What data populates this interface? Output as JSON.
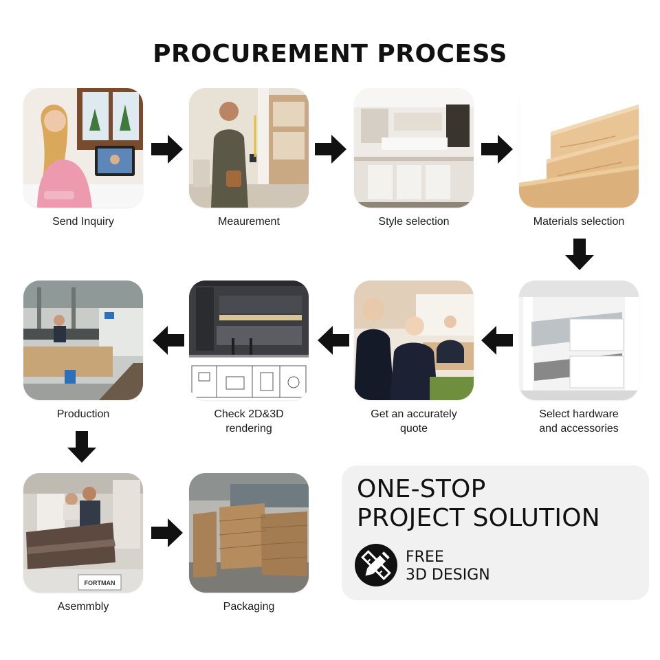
{
  "title": "PROCUREMENT PROCESS",
  "steps": [
    {
      "caption": "Send Inquiry"
    },
    {
      "caption": "Meaurement"
    },
    {
      "caption": "Style selection"
    },
    {
      "caption": "Materials selection"
    },
    {
      "caption": "Select hardware\nand accessories"
    },
    {
      "caption": "Get an accurately\nquote"
    },
    {
      "caption": "Check 2D&3D\nrendering"
    },
    {
      "caption": "Production"
    },
    {
      "caption": "Asemmbly"
    },
    {
      "caption": "Packaging"
    }
  ],
  "promo": {
    "line1": "ONE-STOP",
    "line2": "PROJECT SOLUTION",
    "sub1": "FREE",
    "sub2": "3D DESIGN",
    "brand_label": "FORTMAN"
  },
  "colors": {
    "arrow": "#111111",
    "promo_bg": "#f1f1f1",
    "badge": "#111111"
  }
}
